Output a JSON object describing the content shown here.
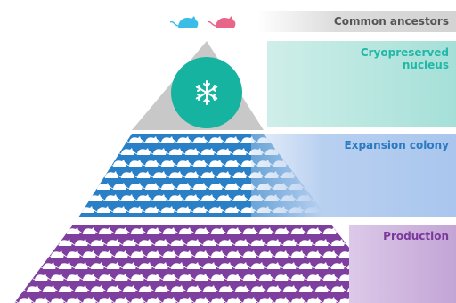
{
  "labels": {
    "common_ancestors": "Common ancestors",
    "cryopreserved_nucleus_line1": "Cryopreserved",
    "cryopreserved_nucleus_line2": "nucleus",
    "expansion_colony": "Expansion colony",
    "production": "Production"
  },
  "colors": {
    "ancestors_text": "#555555",
    "cryo_text": "#22b7a6",
    "cryo_circle": "#16b3a0",
    "pyramid_top_gray": "#c8c8c8",
    "expansion_text": "#2a7bc2",
    "expansion_fill": "#2a80c6",
    "production_text": "#7a3a9a",
    "production_fill": "#7e3f9e",
    "mouse_blue": "#3bbde8",
    "mouse_pink": "#e8668a"
  },
  "icons": {
    "ancestor_mice": [
      "blue-mouse-icon",
      "pink-mouse-icon"
    ],
    "nucleus": "snowflake-icon",
    "colony_unit": "white-mouse-icon"
  }
}
